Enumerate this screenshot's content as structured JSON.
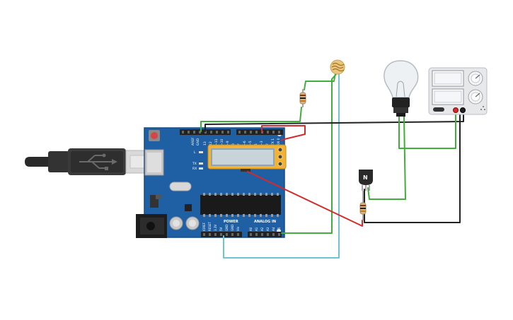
{
  "colors": {
    "board": "#1f5fa3",
    "board_edge": "#174b84",
    "wire_green": "#3fae3a",
    "wire_red": "#d42a2a",
    "wire_black": "#222222",
    "wire_cyan": "#6cc5cf",
    "lcd_frame": "#f2b234",
    "lcd_screen": "#c9d3da",
    "bulb_glass": "#eef1f3",
    "psu_body": "#e6e8ea"
  },
  "icons": [
    "usb-cable-icon",
    "ldr-sensor-icon",
    "lightbulb-icon",
    "transistor-icon",
    "resistor-icon",
    "power-supply-icon"
  ],
  "arduino": {
    "pin_labels_top": [
      "AREF",
      "GND",
      "13",
      "12",
      "~11",
      "~10",
      "~9",
      "8",
      "7",
      "~6",
      "~5",
      "4",
      "~3",
      "2",
      "TX 1",
      "RX 0"
    ],
    "led_labels": [
      "L",
      "TX",
      "RX"
    ],
    "power_header_title": "POWER",
    "analog_header_title": "ANALOG IN",
    "power_pins": [
      "IOREF",
      "RESET",
      "3.3V",
      "5V",
      "GND",
      "GND",
      "Vin"
    ],
    "analog_pins": [
      "A0",
      "A1",
      "A2",
      "A3",
      "A4",
      "A5"
    ]
  },
  "transistor": {
    "label": "N"
  }
}
